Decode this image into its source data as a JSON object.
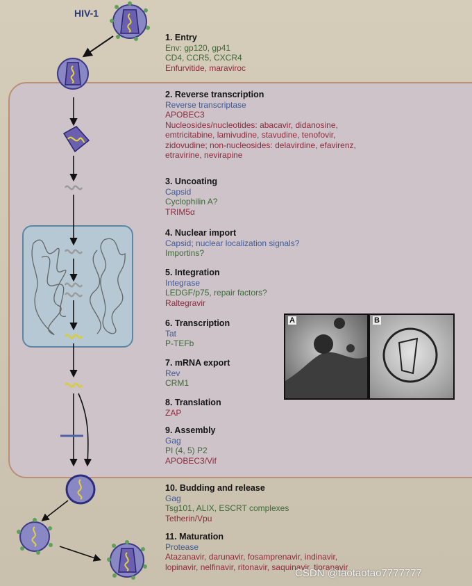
{
  "label_hiv": "HIV-1",
  "steps": [
    {
      "title": "1. Entry",
      "lines": [
        {
          "text": "Env: gp120, gp41",
          "color": "green"
        },
        {
          "text": "CD4, CCR5, CXCR4",
          "color": "green"
        },
        {
          "text": "Enfurvitide, maraviroc",
          "color": "red"
        }
      ]
    },
    {
      "title": "2. Reverse transcription",
      "lines": [
        {
          "text": "Reverse transcriptase",
          "color": "blue"
        },
        {
          "text": "APOBEC3",
          "color": "red"
        },
        {
          "text": "Nucleosides/nucleotides: abacavir, didanosine,",
          "color": "red"
        },
        {
          "text": "emtricitabine, lamivudine, stavudine, tenofovir,",
          "color": "red"
        },
        {
          "text": "zidovudine; non-nucleosides: delavirdine, efavirenz,",
          "color": "red"
        },
        {
          "text": "etravirine, nevirapine",
          "color": "red"
        }
      ]
    },
    {
      "title": "3. Uncoating",
      "lines": [
        {
          "text": "Capsid",
          "color": "blue"
        },
        {
          "text": "Cyclophilin A?",
          "color": "green"
        },
        {
          "text": "TRIM5α",
          "color": "red"
        }
      ]
    },
    {
      "title": "4. Nuclear import",
      "lines": [
        {
          "text": "Capsid; nuclear localization signals?",
          "color": "blue"
        },
        {
          "text": "Importins?",
          "color": "green"
        }
      ]
    },
    {
      "title": "5. Integration",
      "lines": [
        {
          "text": "Integrase",
          "color": "blue"
        },
        {
          "text": "LEDGF/p75, repair factors?",
          "color": "green"
        },
        {
          "text": "Raltegravir",
          "color": "red"
        }
      ]
    },
    {
      "title": "6. Transcription",
      "lines": [
        {
          "text": "Tat",
          "color": "blue"
        },
        {
          "text": "P-TEFb",
          "color": "green"
        }
      ]
    },
    {
      "title": "7. mRNA export",
      "lines": [
        {
          "text": "Rev",
          "color": "blue"
        },
        {
          "text": "CRM1",
          "color": "green"
        }
      ]
    },
    {
      "title": "8. Translation",
      "lines": [
        {
          "text": "ZAP",
          "color": "red"
        }
      ]
    },
    {
      "title": "9. Assembly",
      "lines": [
        {
          "text": "Gag",
          "color": "blue"
        },
        {
          "text": "PI (4, 5) P2",
          "color": "green"
        },
        {
          "text": "APOBEC3/Vif",
          "color": "red"
        }
      ]
    },
    {
      "title": "10. Budding and release",
      "lines": [
        {
          "text": "Gag",
          "color": "blue"
        },
        {
          "text": "Tsg101, ALIX, ESCRT complexes",
          "color": "green"
        },
        {
          "text": "Tetherin/Vpu",
          "color": "red"
        }
      ]
    },
    {
      "title": "11. Maturation",
      "lines": [
        {
          "text": "Protease",
          "color": "blue"
        },
        {
          "text": "Atazanavir, darunavir, fosamprenavir, indinavir,",
          "color": "red"
        },
        {
          "text": "lopinavir, nelfinavir, ritonavir, saquinavir, tipranavir",
          "color": "red"
        }
      ]
    }
  ],
  "micrograph": {
    "panel_a": "A",
    "panel_b": "B"
  },
  "watermark": "CSDN @taotaotao7777777"
}
